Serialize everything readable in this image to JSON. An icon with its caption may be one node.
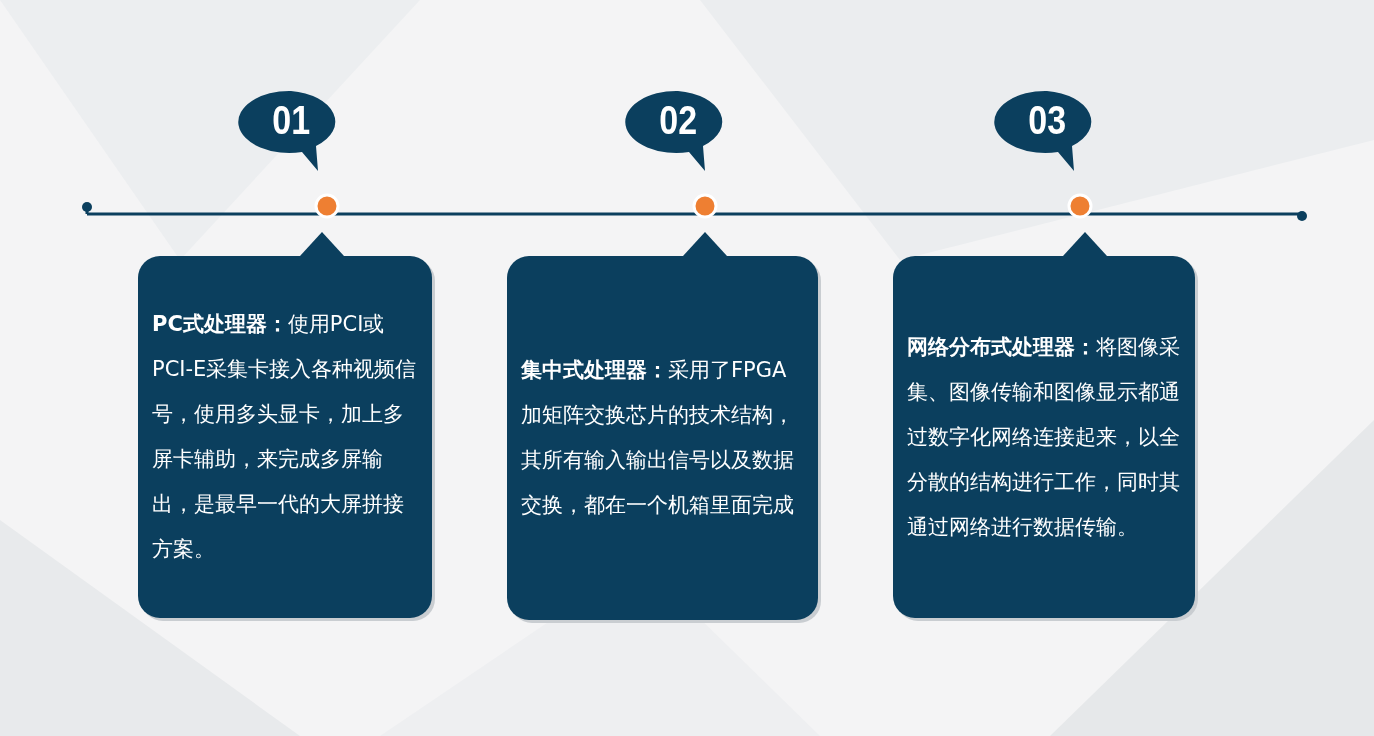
{
  "diagram": {
    "nodes": [
      {
        "text": [
          "01"
        ]
      },
      {
        "text": [
          "**PC式处理器：**使用PCI或PCI-E采集卡接入各种视频信号，使用多头显卡，加上多屏卡辅助，来完成多屏输出，是最早一代的大屏拼接方案。"
        ]
      },
      {
        "text": [
          "02"
        ]
      },
      {
        "text": [
          "**集中式处理器：**采用了FPGA加矩阵交换芯片的技术结构，其所有输入输出信号以及数据交换，都在一个机箱里面完成"
        ]
      },
      {
        "text": [
          "03"
        ]
      },
      {
        "text": [
          "**网络分布式处理器：**将图像采集、图像传输和图像显示都通过数字化网络连接起来，以全分散的结构进行工作，同时其通过网络进行数据传输。"
        ]
      }
    ]
  }
}
